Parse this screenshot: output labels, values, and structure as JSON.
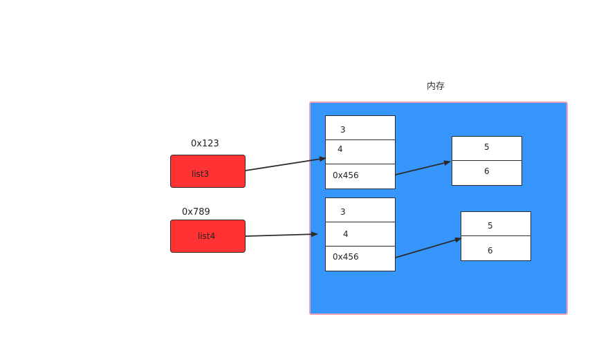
{
  "memory": {
    "title": "内存",
    "fill_color": "#3796fb",
    "border_color": "#f0a0b4"
  },
  "variables": [
    {
      "address": "0x123",
      "name": "list3",
      "color": "#ff3333"
    },
    {
      "address": "0x789",
      "name": "list4",
      "color": "#ff3333"
    }
  ],
  "outer_lists": [
    {
      "cells": [
        "3",
        "4",
        "0x456"
      ]
    },
    {
      "cells": [
        "3",
        "4",
        "0x456"
      ]
    }
  ],
  "inner_lists": [
    {
      "cells": [
        "5",
        "6"
      ]
    },
    {
      "cells": [
        "5",
        "6"
      ]
    }
  ]
}
